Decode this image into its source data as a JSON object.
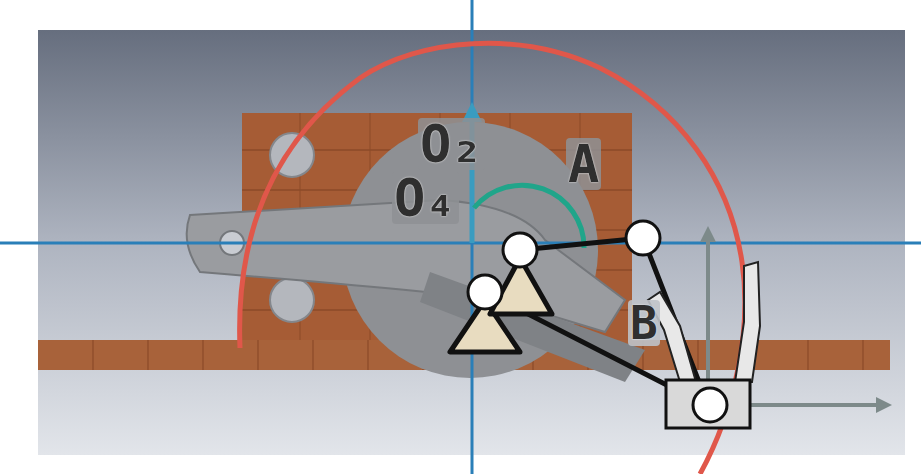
{
  "diagram": {
    "labels": [
      "O₄",
      "O₂",
      "A",
      "B"
    ]
  }
}
